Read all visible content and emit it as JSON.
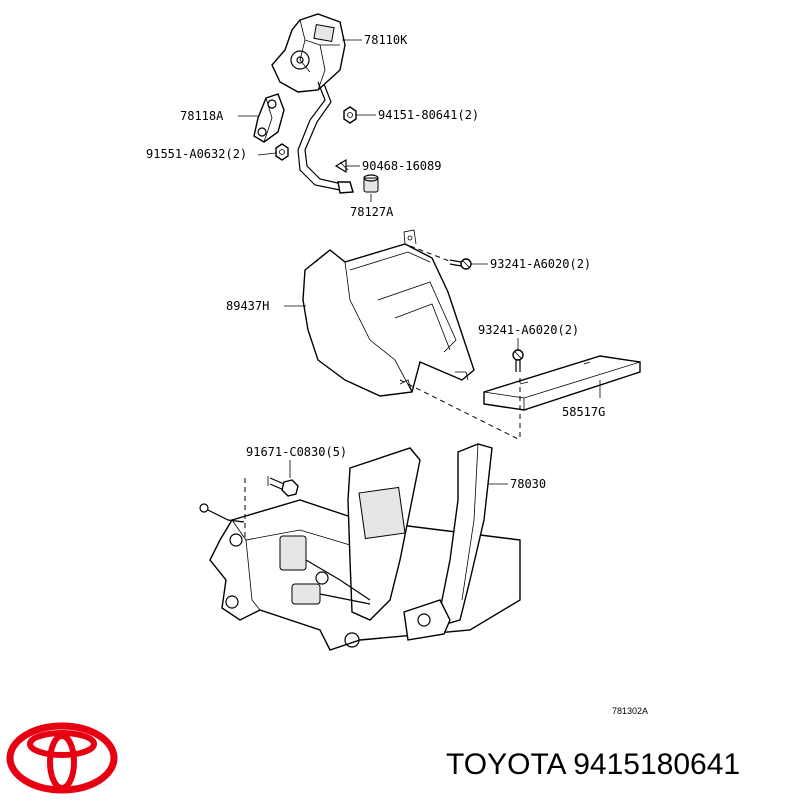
{
  "parts": {
    "p78110K": "78110K",
    "p78118A": "78118A",
    "p94151": "94151-80641(2)",
    "p91551": "91551-A0632(2)",
    "p90468": "90468-16089",
    "p78127A": "78127A",
    "p93241a": "93241-A6020(2)",
    "p89437H": "89437H",
    "p93241b": "93241-A6020(2)",
    "p58517G": "58517G",
    "p91671": "91671-C0830(5)",
    "p78030": "78030"
  },
  "diagram_ref": "781302A",
  "brand": {
    "caption": "TOYOTA 9415180641",
    "logo_color": "#e60012"
  }
}
